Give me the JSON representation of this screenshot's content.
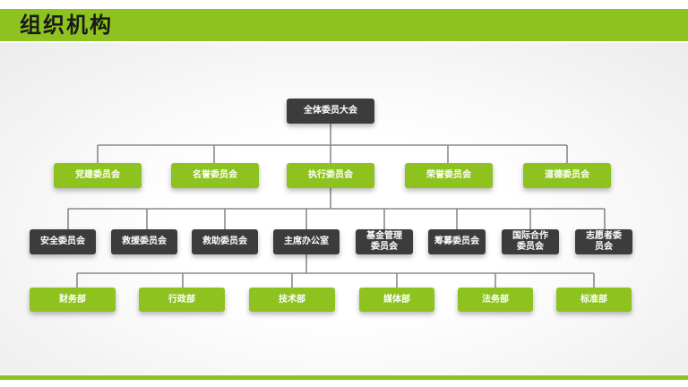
{
  "page": {
    "title": "组织机构",
    "accent_color": "#8dc21f",
    "node_dark_color": "#3c3c3c"
  },
  "org": {
    "root": "全体委员大会",
    "level1": [
      "党建委员会",
      "名誉委员会",
      "执行委员会",
      "荣誉委员会",
      "道德委员会"
    ],
    "level2": [
      "安全委员会",
      "救援委员会",
      "救助委员会",
      "主席办公室",
      "基金管理委员会",
      "筹募委员会",
      "国际合作委员会",
      "志愿者委员会"
    ],
    "level3": [
      "财务部",
      "行政部",
      "技术部",
      "媒体部",
      "法务部",
      "标准部"
    ]
  }
}
